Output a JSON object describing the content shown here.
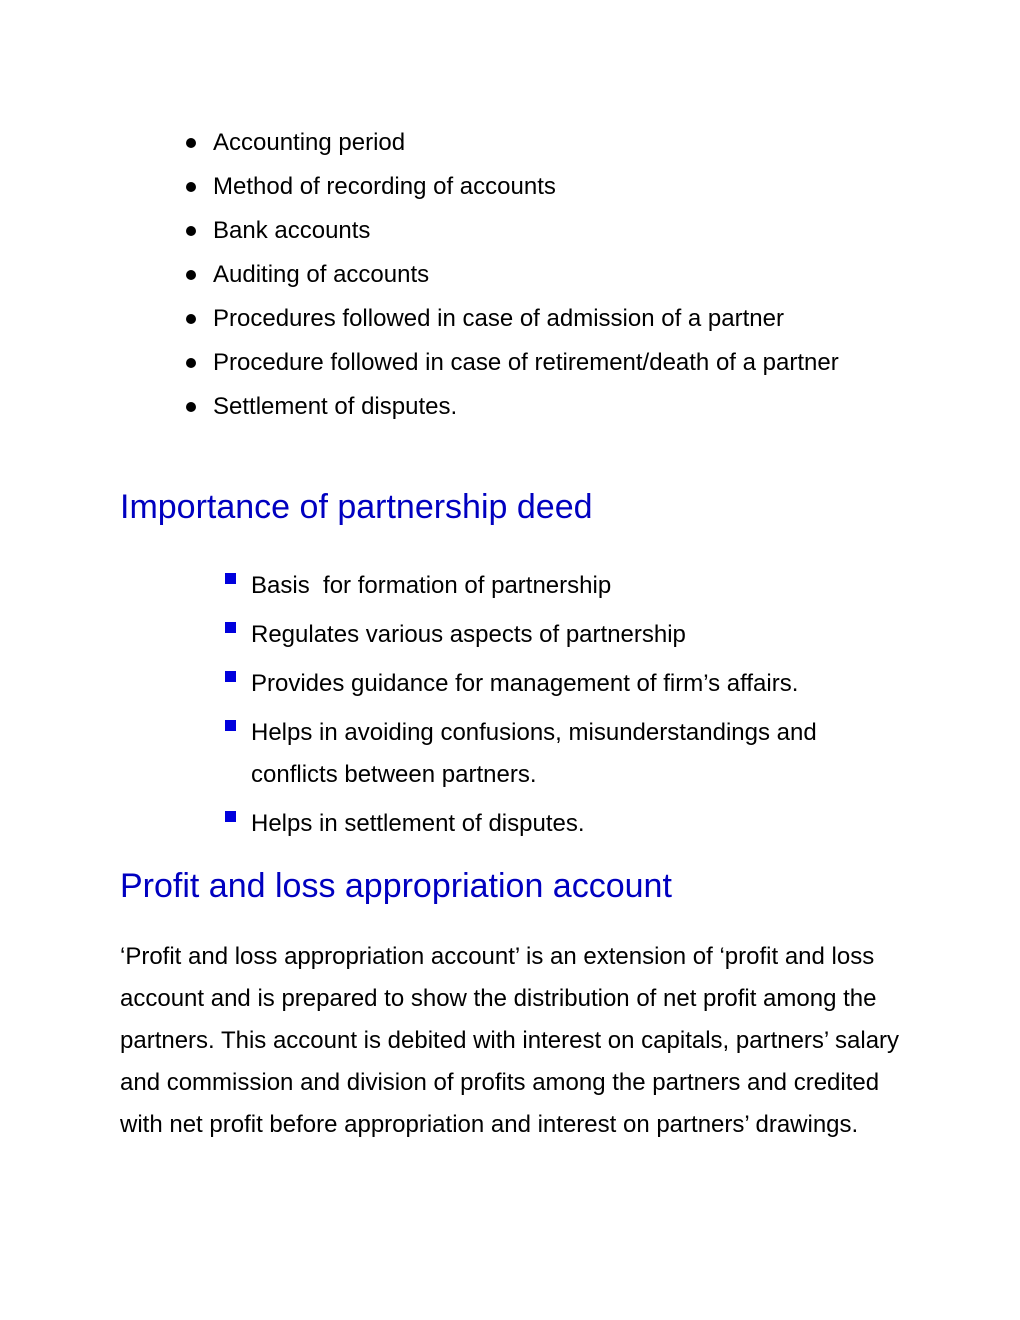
{
  "colors": {
    "heading": "#0000c0",
    "square_bullet": "#0000dd",
    "text": "#000000"
  },
  "list_top": {
    "items": [
      "Accounting period",
      "Method of recording of accounts",
      "Bank accounts",
      "Auditing of accounts",
      "Procedures followed in case of admission of a partner",
      "Procedure followed in case of retirement/death of a partner",
      "Settlement of disputes."
    ]
  },
  "section_importance": {
    "heading": "Importance of partnership deed",
    "items": [
      "Basis  for formation of partnership",
      "Regulates various aspects of partnership",
      "Provides guidance for management of firm’s affairs.",
      "Helps in avoiding confusions, misunderstandings and conflicts between partners.",
      "Helps in settlement of disputes."
    ]
  },
  "section_appropriation": {
    "heading": "Profit and loss appropriation account",
    "paragraph": "‘Profit and loss appropriation account’ is an extension of ‘profit and loss account and is prepared to show the distribution of net profit among the partners. This account is debited with interest on capitals, partners’ salary and commission and division of profits among the partners and credited with net profit before appropriation and interest on partners’ drawings."
  }
}
